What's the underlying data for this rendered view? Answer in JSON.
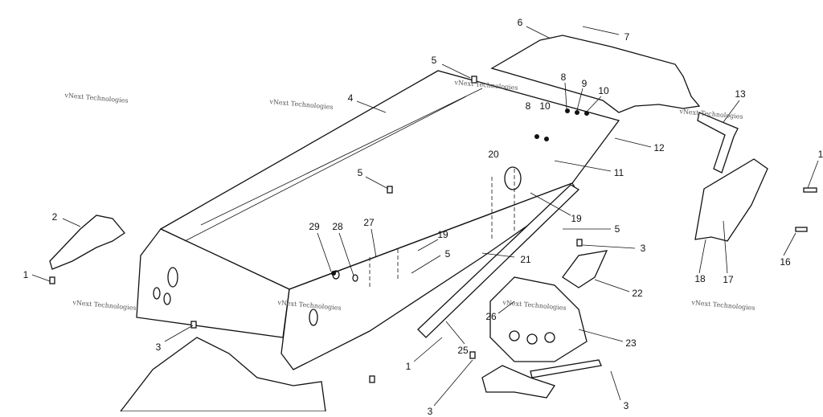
{
  "watermark": "vNext Technologies",
  "callouts": [
    "6",
    "7",
    "5",
    "8",
    "9",
    "10",
    "4",
    "8",
    "10",
    "12",
    "13",
    "1",
    "20",
    "11",
    "5",
    "2",
    "19",
    "5",
    "19",
    "29",
    "28",
    "27",
    "3",
    "5",
    "21",
    "1",
    "16",
    "18",
    "17",
    "22",
    "26",
    "23",
    "25",
    "3",
    "1",
    "3",
    "3"
  ]
}
